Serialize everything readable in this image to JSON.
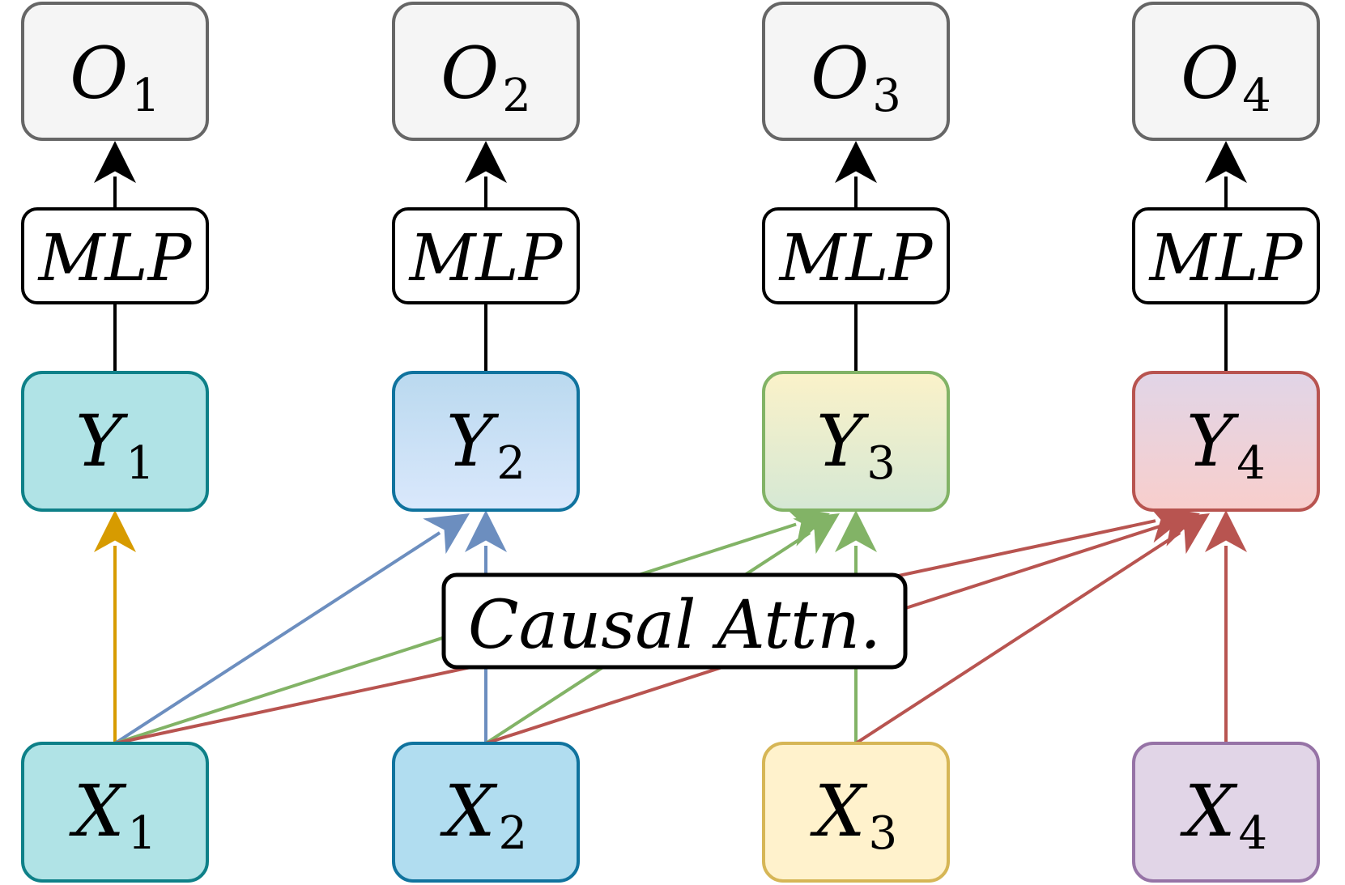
{
  "outputs": [
    {
      "main": "O",
      "sub": "1"
    },
    {
      "main": "O",
      "sub": "2"
    },
    {
      "main": "O",
      "sub": "3"
    },
    {
      "main": "O",
      "sub": "4"
    }
  ],
  "mlp_label": "MLP",
  "ys": [
    {
      "main": "Y",
      "sub": "1"
    },
    {
      "main": "Y",
      "sub": "2"
    },
    {
      "main": "Y",
      "sub": "3"
    },
    {
      "main": "Y",
      "sub": "4"
    }
  ],
  "xs": [
    {
      "main": "X",
      "sub": "1"
    },
    {
      "main": "X",
      "sub": "2"
    },
    {
      "main": "X",
      "sub": "3"
    },
    {
      "main": "X",
      "sub": "4"
    }
  ],
  "attention_label": "Causal Attn.",
  "colors": {
    "output_fill": "#f5f5f5",
    "output_stroke": "#666666",
    "mlp_fill": "#ffffff",
    "mlp_stroke": "#000000",
    "y1_fill": "#b0e3e6",
    "y1_stroke": "#0e8088",
    "y2_fill_top": "#bad9ef",
    "y2_fill_bottom": "#dae8fc",
    "y2_stroke": "#10739e",
    "y3_fill_top": "#fbf2c9",
    "y3_fill_bottom": "#d5e8d4",
    "y3_stroke": "#82b366",
    "y4_fill_top": "#e1d5e7",
    "y4_fill_bottom": "#f8cecc",
    "y4_stroke": "#b85450",
    "x1_fill": "#b0e3e6",
    "x1_stroke": "#0e8088",
    "x2_fill": "#b1ddf0",
    "x2_stroke": "#10739e",
    "x3_fill": "#fff2cc",
    "x3_stroke": "#d6b656",
    "x4_fill": "#e1d5e7",
    "x4_stroke": "#9673a6",
    "edge_to_y1": "#d79b00",
    "edge_to_y2": "#6c8ebf",
    "edge_to_y3": "#82b366",
    "edge_to_y4": "#b85450",
    "black": "#000000"
  }
}
